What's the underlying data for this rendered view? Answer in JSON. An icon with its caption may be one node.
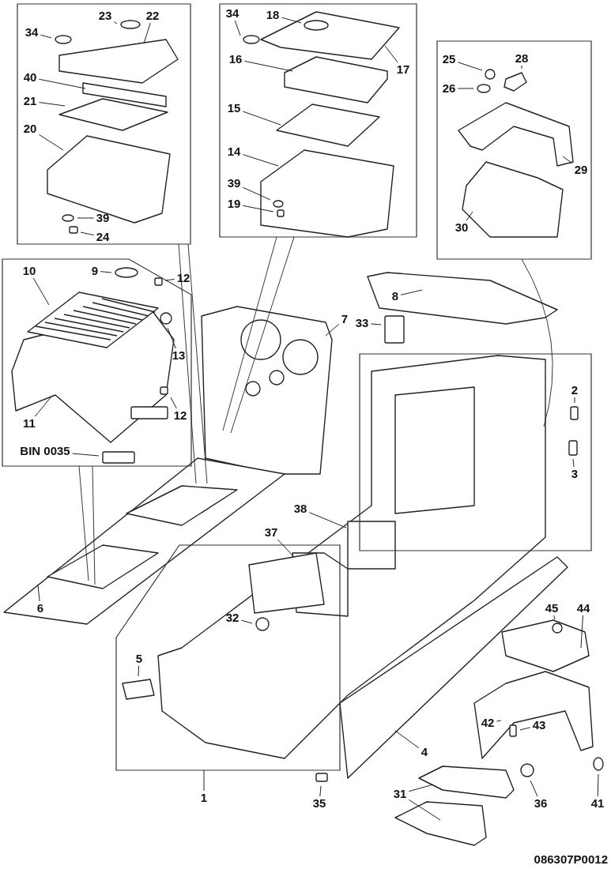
{
  "diagram": {
    "nodes": [
      {
        "text": [],
        "shape": "box"
      },
      {
        "text": [
          "23"
        ],
        "in": 0
      },
      {
        "text": [
          "34"
        ],
        "in": 0
      },
      {
        "text": [
          "22"
        ],
        "in": 0
      },
      {
        "text": [
          "40"
        ],
        "in": 0
      },
      {
        "text": [
          "21"
        ],
        "in": 0
      },
      {
        "text": [
          "20"
        ],
        "in": 0
      },
      {
        "text": [
          "39"
        ],
        "in": 0
      },
      {
        "text": [
          "24"
        ],
        "in": 0
      },
      {
        "text": [],
        "shape": "box"
      },
      {
        "text": [
          "34"
        ],
        "in": 9
      },
      {
        "text": [
          "18"
        ],
        "in": 9
      },
      {
        "text": [
          "16"
        ],
        "in": 9
      },
      {
        "text": [
          "17"
        ],
        "in": 9
      },
      {
        "text": [
          "15"
        ],
        "in": 9
      },
      {
        "text": [
          "14"
        ],
        "in": 9
      },
      {
        "text": [
          "39"
        ],
        "in": 9
      },
      {
        "text": [
          "19"
        ],
        "in": 9
      },
      {
        "text": [],
        "shape": "box"
      },
      {
        "text": [
          "25"
        ],
        "in": 18
      },
      {
        "text": [
          "28"
        ],
        "in": 18
      },
      {
        "text": [
          "26"
        ],
        "in": 18
      },
      {
        "text": [
          "29"
        ],
        "in": 18
      },
      {
        "text": [
          "30"
        ],
        "in": 18
      },
      {
        "text": [],
        "shape": "box"
      },
      {
        "text": [
          "10"
        ],
        "in": 24
      },
      {
        "text": [
          "9"
        ],
        "in": 24
      },
      {
        "text": [
          "12"
        ],
        "in": 24
      },
      {
        "text": [
          "13"
        ],
        "in": 24
      },
      {
        "text": [
          "11"
        ],
        "in": 24
      },
      {
        "text": [
          "12"
        ],
        "in": 24
      },
      {
        "text": [
          "BIN 0035"
        ],
        "in": 24
      },
      {
        "text": [
          "8"
        ]
      },
      {
        "text": [
          "33"
        ]
      },
      {
        "text": [
          "7"
        ]
      },
      {
        "text": [],
        "shape": "box"
      },
      {
        "text": [
          "2"
        ],
        "in": 35
      },
      {
        "text": [
          "3"
        ],
        "in": 35
      },
      {
        "text": [
          "38"
        ]
      },
      {
        "text": [
          "37"
        ]
      },
      {
        "text": [],
        "shape": "box"
      },
      {
        "text": [
          "5"
        ],
        "in": 40
      },
      {
        "text": [
          "32"
        ],
        "in": 40
      },
      {
        "text": [
          "1"
        ]
      },
      {
        "text": [
          "6"
        ]
      },
      {
        "text": [
          "4"
        ]
      },
      {
        "text": [
          "35"
        ]
      },
      {
        "text": [
          "45"
        ]
      },
      {
        "text": [
          "44"
        ]
      },
      {
        "text": [
          "42"
        ]
      },
      {
        "text": [
          "43"
        ]
      },
      {
        "text": [
          "36"
        ]
      },
      {
        "text": [
          "41"
        ]
      },
      {
        "text": [
          "31"
        ]
      }
    ],
    "edges": [
      {
        "from": 0,
        "to": null,
        "arrow": "none"
      },
      {
        "from": 0,
        "to": null,
        "arrow": "none"
      },
      {
        "from": 1,
        "to": null,
        "arrow": "none"
      },
      {
        "from": 2,
        "to": null,
        "arrow": "none"
      },
      {
        "from": 3,
        "to": null,
        "arrow": "none"
      },
      {
        "from": 4,
        "to": null,
        "arrow": "none"
      },
      {
        "from": 5,
        "to": null,
        "arrow": "none"
      },
      {
        "from": 6,
        "to": null,
        "arrow": "none"
      },
      {
        "from": 7,
        "to": null,
        "arrow": "none"
      },
      {
        "from": 8,
        "to": null,
        "arrow": "none"
      },
      {
        "from": 9,
        "to": null,
        "arrow": "none"
      },
      {
        "from": 9,
        "to": null,
        "arrow": "none"
      },
      {
        "from": 10,
        "to": null,
        "arrow": "none"
      },
      {
        "from": 11,
        "to": null,
        "arrow": "none"
      },
      {
        "from": 12,
        "to": null,
        "arrow": "none"
      },
      {
        "from": 13,
        "to": null,
        "arrow": "none"
      },
      {
        "from": 14,
        "to": null,
        "arrow": "none"
      },
      {
        "from": 15,
        "to": null,
        "arrow": "none"
      },
      {
        "from": 16,
        "to": null,
        "arrow": "none"
      },
      {
        "from": 17,
        "to": null,
        "arrow": "none"
      },
      {
        "from": 18,
        "to": null,
        "arrow": "none"
      },
      {
        "from": 19,
        "to": null,
        "arrow": "none"
      },
      {
        "from": 20,
        "to": null,
        "arrow": "none"
      },
      {
        "from": 21,
        "to": null,
        "arrow": "none"
      },
      {
        "from": 22,
        "to": null,
        "arrow": "none"
      },
      {
        "from": 23,
        "to": null,
        "arrow": "none"
      },
      {
        "from": 24,
        "to": null,
        "arrow": "none"
      },
      {
        "from": 24,
        "to": null,
        "arrow": "none"
      },
      {
        "from": 25,
        "to": null,
        "arrow": "none"
      },
      {
        "from": 26,
        "to": null,
        "arrow": "none"
      },
      {
        "from": 27,
        "to": null,
        "arrow": "none"
      },
      {
        "from": 28,
        "to": null,
        "arrow": "none"
      },
      {
        "from": 29,
        "to": null,
        "arrow": "none"
      },
      {
        "from": 30,
        "to": null,
        "arrow": "none"
      },
      {
        "from": 31,
        "to": null,
        "arrow": "none"
      },
      {
        "from": 32,
        "to": null,
        "arrow": "none"
      },
      {
        "from": 33,
        "to": null,
        "arrow": "none"
      },
      {
        "from": 34,
        "to": null,
        "arrow": "none"
      },
      {
        "from": 36,
        "to": null,
        "arrow": "none"
      },
      {
        "from": 37,
        "to": null,
        "arrow": "none"
      },
      {
        "from": 38,
        "to": null,
        "arrow": "none"
      },
      {
        "from": 39,
        "to": null,
        "arrow": "none"
      },
      {
        "from": 41,
        "to": null,
        "arrow": "none"
      },
      {
        "from": 42,
        "to": null,
        "arrow": "none"
      },
      {
        "from": 43,
        "to": 40,
        "arrow": "none"
      },
      {
        "from": 44,
        "to": null,
        "arrow": "none"
      },
      {
        "from": 45,
        "to": null,
        "arrow": "none"
      },
      {
        "from": 46,
        "to": null,
        "arrow": "none"
      },
      {
        "from": 47,
        "to": null,
        "arrow": "none"
      },
      {
        "from": 48,
        "to": null,
        "arrow": "none"
      },
      {
        "from": 49,
        "to": null,
        "arrow": "none"
      },
      {
        "from": 50,
        "to": null,
        "arrow": "none"
      },
      {
        "from": 51,
        "to": null,
        "arrow": "none"
      },
      {
        "from": 52,
        "to": null,
        "arrow": "none"
      },
      {
        "from": 53,
        "to": null,
        "arrow": "none"
      },
      {
        "from": 53,
        "to": null,
        "arrow": "none"
      }
    ],
    "labels": [
      "086307P0012"
    ]
  }
}
